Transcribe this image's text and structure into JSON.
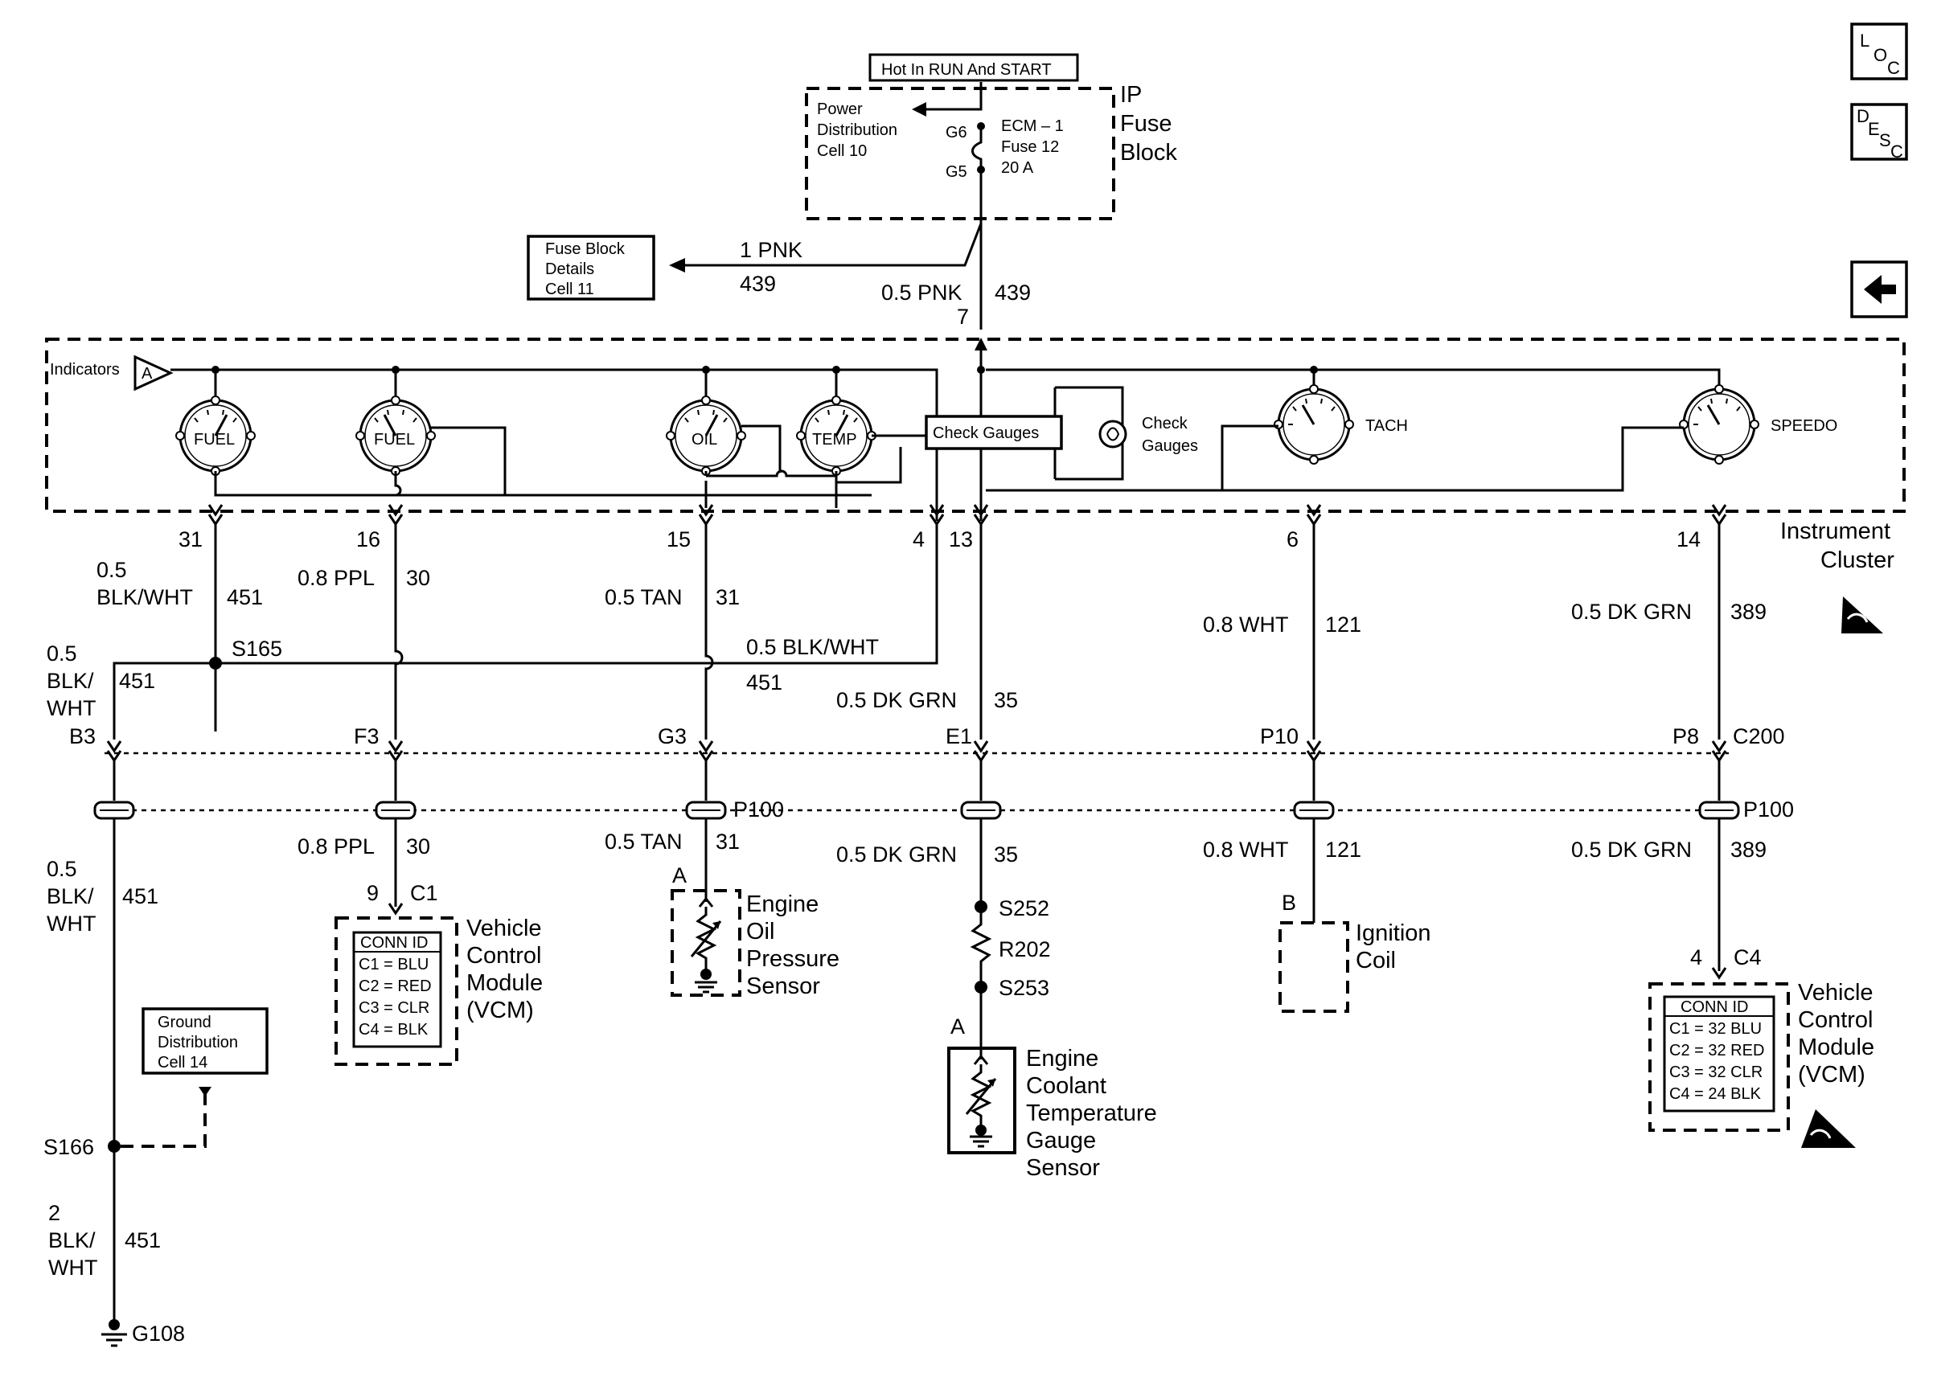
{
  "power": {
    "hot_label": "Hot In RUN And START",
    "power_dist": [
      "Power",
      "Distribution",
      "Cell 10"
    ],
    "pin_g6": "G6",
    "pin_g5": "G5",
    "fuse": [
      "ECM – 1",
      "Fuse 12",
      "20 A"
    ],
    "block_name": [
      "IP",
      "Fuse",
      "Block"
    ],
    "fuse_details": [
      "Fuse Block",
      "Details",
      "Cell 11"
    ],
    "wire_pnk_1": "1 PNK",
    "circuit_439a": "439",
    "wire_pnk_05": "0.5 PNK",
    "circuit_439b": "439",
    "pin_7": "7"
  },
  "cluster": {
    "indicators_label": "Indicators",
    "indicators_ref": "A",
    "gauges": {
      "fuel1": "FUEL",
      "fuel2": "FUEL",
      "oil": "OIL",
      "temp": "TEMP",
      "tach": "TACH",
      "speedo": "SPEEDO"
    },
    "check_gauges_box": "Check Gauges",
    "check_gauges_lamp": [
      "Check",
      "Gauges"
    ],
    "name": [
      "Instrument",
      "Cluster"
    ]
  },
  "pins": {
    "p31": "31",
    "p16": "16",
    "p15": "15",
    "p4": "4",
    "p13": "13",
    "p6": "6",
    "p14": "14"
  },
  "wires_upper": {
    "w451_size": "0.5",
    "w451_color": "BLK/WHT",
    "w451_circuit": "451",
    "w30_label": "0.8 PPL",
    "w30_circuit": "30",
    "w31_label": "0.5 TAN",
    "w31_circuit": "31",
    "w_bw_label": "0.5 BLK/WHT",
    "w_bw_circuit": "451",
    "w35_label": "0.5 DK GRN",
    "w35_circuit": "35",
    "w121_label": "0.8 WHT",
    "w121_circuit": "121",
    "w389_label": "0.5 DK GRN",
    "w389_circuit": "389",
    "left_size": "0.5",
    "left_color1": "BLK/",
    "left_color2": "WHT",
    "left_circuit": "451",
    "s165": "S165"
  },
  "connector_c200": {
    "b3": "B3",
    "f3": "F3",
    "g3": "G3",
    "e1": "E1",
    "p10": "P10",
    "p8": "P8",
    "name": "C200"
  },
  "connector_p100": {
    "left": "P100",
    "right": "P100"
  },
  "wires_lower": {
    "left_size": "0.5",
    "left_color1": "BLK/",
    "left_color2": "WHT",
    "left_circuit": "451",
    "w30_label": "0.8 PPL",
    "w30_circuit": "30",
    "w31_label": "0.5 TAN",
    "w31_circuit": "31",
    "w35_label": "0.5 DK GRN",
    "w35_circuit": "35",
    "w121_label": "0.8 WHT",
    "w121_circuit": "121",
    "w389_label": "0.5 DK GRN",
    "w389_circuit": "389",
    "bottom_size": "2",
    "bottom_color1": "BLK/",
    "bottom_color2": "WHT",
    "bottom_circuit": "451"
  },
  "vcm_left": {
    "pin": "9",
    "conn": "C1",
    "conn_id_title": "CONN ID",
    "conn_ids": [
      "C1 = BLU",
      "C2 = RED",
      "C3 = CLR",
      "C4 = BLK"
    ],
    "name": [
      "Vehicle",
      "Control",
      "Module",
      "(VCM)"
    ]
  },
  "vcm_right": {
    "pin": "4",
    "conn": "C4",
    "conn_id_title": "CONN ID",
    "conn_ids": [
      "C1 = 32 BLU",
      "C2 = 32 RED",
      "C3 = 32 CLR",
      "C4 = 24 BLK"
    ],
    "name": [
      "Vehicle",
      "Control",
      "Module",
      "(VCM)"
    ]
  },
  "oil_sensor": {
    "ref": "A",
    "name": [
      "Engine",
      "Oil",
      "Pressure",
      "Sensor"
    ]
  },
  "coolant": {
    "s252": "S252",
    "r202": "R202",
    "s253": "S253",
    "ref": "A",
    "name": [
      "Engine",
      "Coolant",
      "Temperature",
      "Gauge",
      "Sensor"
    ]
  },
  "ignition": {
    "ref": "B",
    "name": [
      "Ignition",
      "Coil"
    ]
  },
  "ground": {
    "dist": [
      "Ground",
      "Distribution",
      "Cell 14"
    ],
    "s166": "S166",
    "g108": "G108"
  },
  "nav": {
    "loc": [
      "L",
      "O",
      "C"
    ],
    "desc": [
      "D",
      "E",
      "S",
      "C"
    ],
    "back_icon": "left-arrow-icon"
  }
}
